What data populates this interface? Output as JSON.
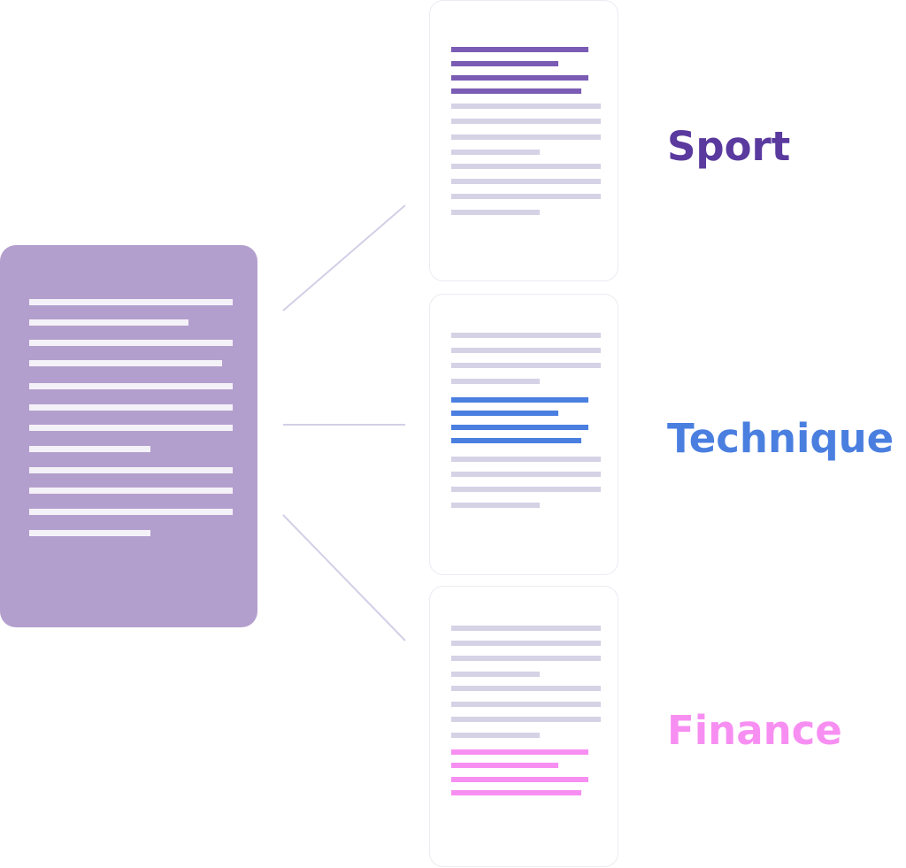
{
  "colors": {
    "source_fill": "#b39fcd",
    "source_line": "#f4f2f8",
    "muted_line": "#d5d2e6",
    "connector": "#d2cfe6",
    "card_border": "#ecebf2"
  },
  "categories": [
    {
      "label": "Sport",
      "color": "#5a3a9e",
      "highlight": "#7a5cb4",
      "highlight_position": "top"
    },
    {
      "label": "Technique",
      "color": "#4a7fe0",
      "highlight": "#4a7fe0",
      "highlight_position": "middle"
    },
    {
      "label": "Finance",
      "color": "#f78ff2",
      "highlight": "#f78ff2",
      "highlight_position": "bottom"
    }
  ]
}
